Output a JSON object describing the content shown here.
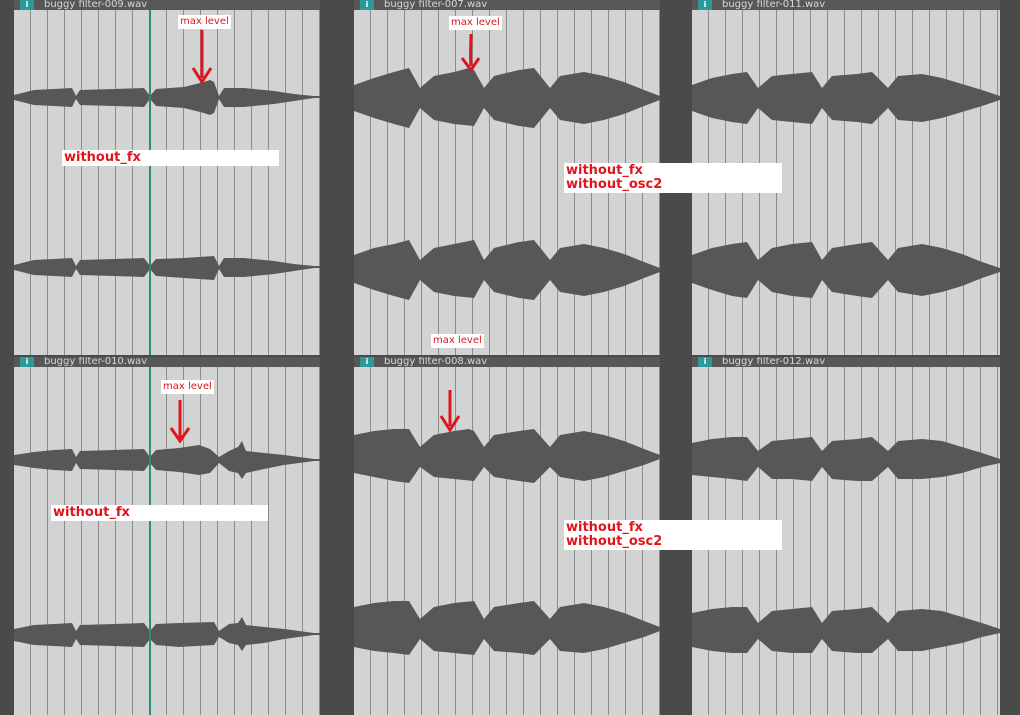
{
  "clips": [
    {
      "id": "c1",
      "name": "buggy filter-009.wav",
      "icon": "i"
    },
    {
      "id": "c2",
      "name": "buggy filter-007.wav",
      "icon": "i"
    },
    {
      "id": "c3",
      "name": "buggy filter-011.wav",
      "icon": "i"
    },
    {
      "id": "c4",
      "name": "buggy filter-010.wav",
      "icon": "i"
    },
    {
      "id": "c5",
      "name": "buggy filter-008.wav",
      "icon": "i"
    },
    {
      "id": "c6",
      "name": "buggy filter-012.wav",
      "icon": "i"
    }
  ],
  "annotations": {
    "max_label": "max level",
    "fx_label": "without_fx",
    "osc_label": "without_osc2"
  },
  "colors": {
    "annotation": "#e0141d",
    "waveform": "#575757",
    "clip_bg": "#d2d3d3",
    "playhead": "#2f8a7e",
    "clip_icon": "#2a9a9a"
  }
}
